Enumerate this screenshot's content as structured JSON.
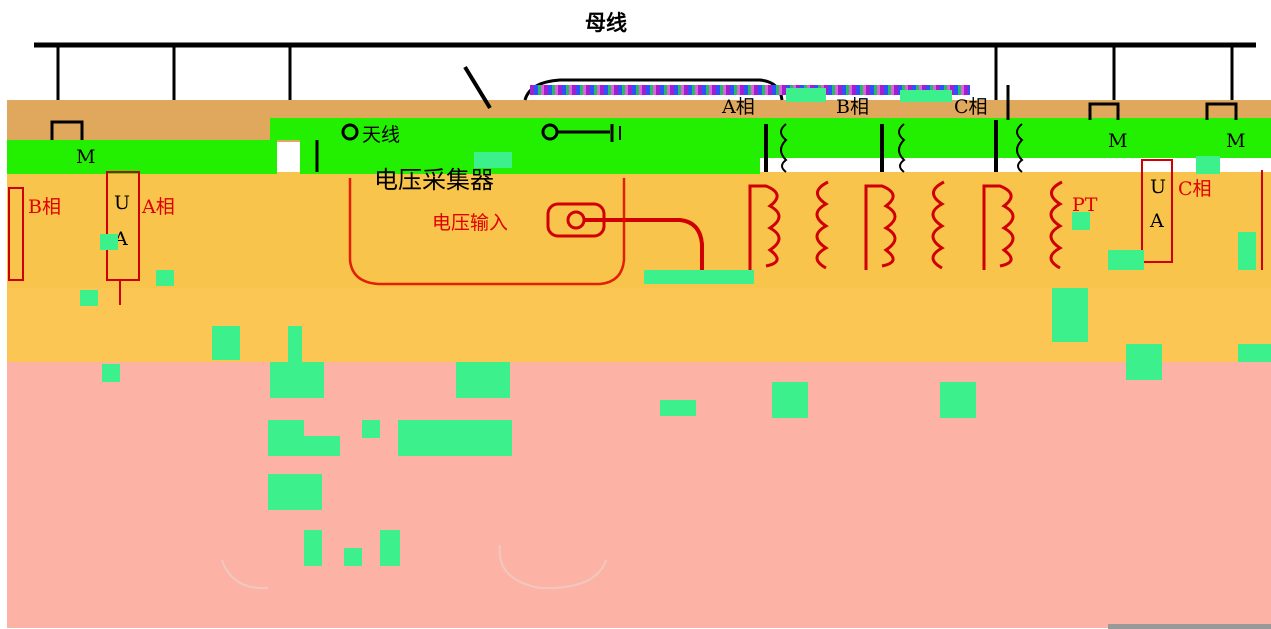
{
  "diagram": {
    "title": "母线",
    "labels": {
      "antenna": "天线",
      "collector": "电压采集器",
      "voltage_input": "电压输入",
      "phase_a": "A相",
      "phase_b": "B相",
      "phase_c": "C相",
      "pt": "PT",
      "meter_m": "M",
      "meter_u": "U",
      "meter_a": "A",
      "left_phase_b": "B相",
      "left_phase_a": "A相",
      "right_phase_c": "C相"
    }
  }
}
